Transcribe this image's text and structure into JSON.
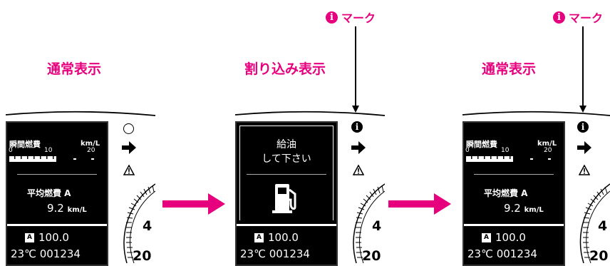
{
  "panels": [
    {
      "title": "通常表示",
      "type": "normal",
      "indicator_top": "○",
      "screen": {
        "instant_label": "瞬間燃費",
        "unit": "km/L",
        "scale": [
          "0",
          "10",
          "20"
        ],
        "avg_label": "平均燃費 A",
        "avg_value": "9.2",
        "avg_unit": "km/L",
        "trip_badge": "A",
        "trip_value": "100.0",
        "temp": "23℃",
        "odo": "001234"
      }
    },
    {
      "title": "割り込み表示",
      "type": "interrupt",
      "indicator_top": "i",
      "mark_label": "マーク",
      "screen": {
        "message_line1": "給油",
        "message_line2": "して下さい",
        "trip_badge": "A",
        "trip_value": "100.0",
        "temp": "23℃",
        "odo": "001234"
      }
    },
    {
      "title": "通常表示",
      "type": "normal",
      "indicator_top": "i",
      "mark_label": "マーク",
      "screen": {
        "instant_label": "瞬間燃費",
        "unit": "km/L",
        "scale": [
          "0",
          "10",
          "20"
        ],
        "avg_label": "平均燃費 A",
        "avg_value": "9.2",
        "avg_unit": "km/L",
        "trip_badge": "A",
        "trip_value": "100.0",
        "temp": "23℃",
        "odo": "001234"
      }
    }
  ],
  "gauge_numbers": [
    "4",
    "20"
  ],
  "colors": {
    "accent": "#e6007e",
    "screen": "#000000",
    "frame": "#000000"
  },
  "icons": [
    "info-icon",
    "right-arrow-icon",
    "warning-triangle-icon",
    "fuel-pump-icon",
    "process-arrow-icon"
  ]
}
